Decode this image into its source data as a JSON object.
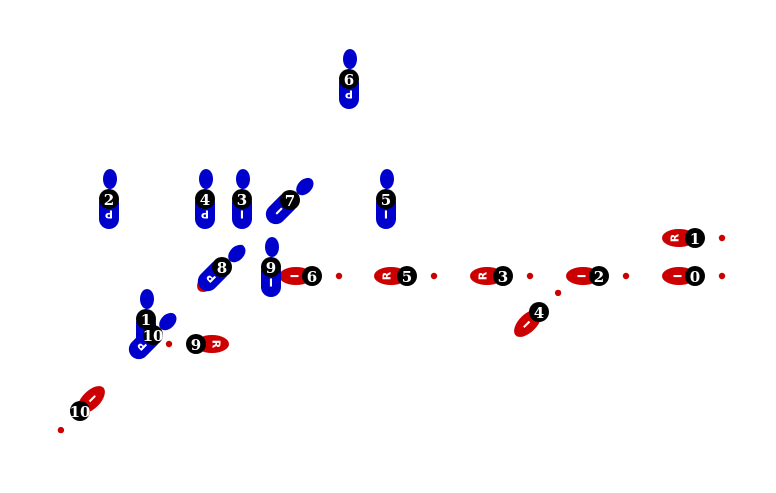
{
  "colors": {
    "blue": "#0000cc",
    "red": "#cc0000",
    "badge": "#000000",
    "text": "#ffffff"
  },
  "blue_markers": [
    {
      "number": "6",
      "letter": "P"
    },
    {
      "number": "2",
      "letter": "P"
    },
    {
      "number": "4",
      "letter": "P"
    },
    {
      "number": "3",
      "letter": "I"
    },
    {
      "number": "7",
      "letter": "I"
    },
    {
      "number": "5",
      "letter": "I"
    },
    {
      "number": "8",
      "letter": "P"
    },
    {
      "number": "9",
      "letter": "I"
    },
    {
      "number": "1",
      "letter": ""
    },
    {
      "number": "10",
      "letter": "P"
    }
  ],
  "red_markers": [
    {
      "number": "1",
      "letter": "R"
    },
    {
      "number": "0",
      "letter": "I"
    },
    {
      "number": "2",
      "letter": "I"
    },
    {
      "number": "3",
      "letter": "R"
    },
    {
      "number": "5",
      "letter": "R"
    },
    {
      "number": "6",
      "letter": "I"
    },
    {
      "number": "4",
      "letter": "I"
    },
    {
      "number": "9",
      "letter": "R"
    },
    {
      "number": "10",
      "letter": "I"
    },
    {
      "number": "8",
      "letter": ""
    }
  ]
}
